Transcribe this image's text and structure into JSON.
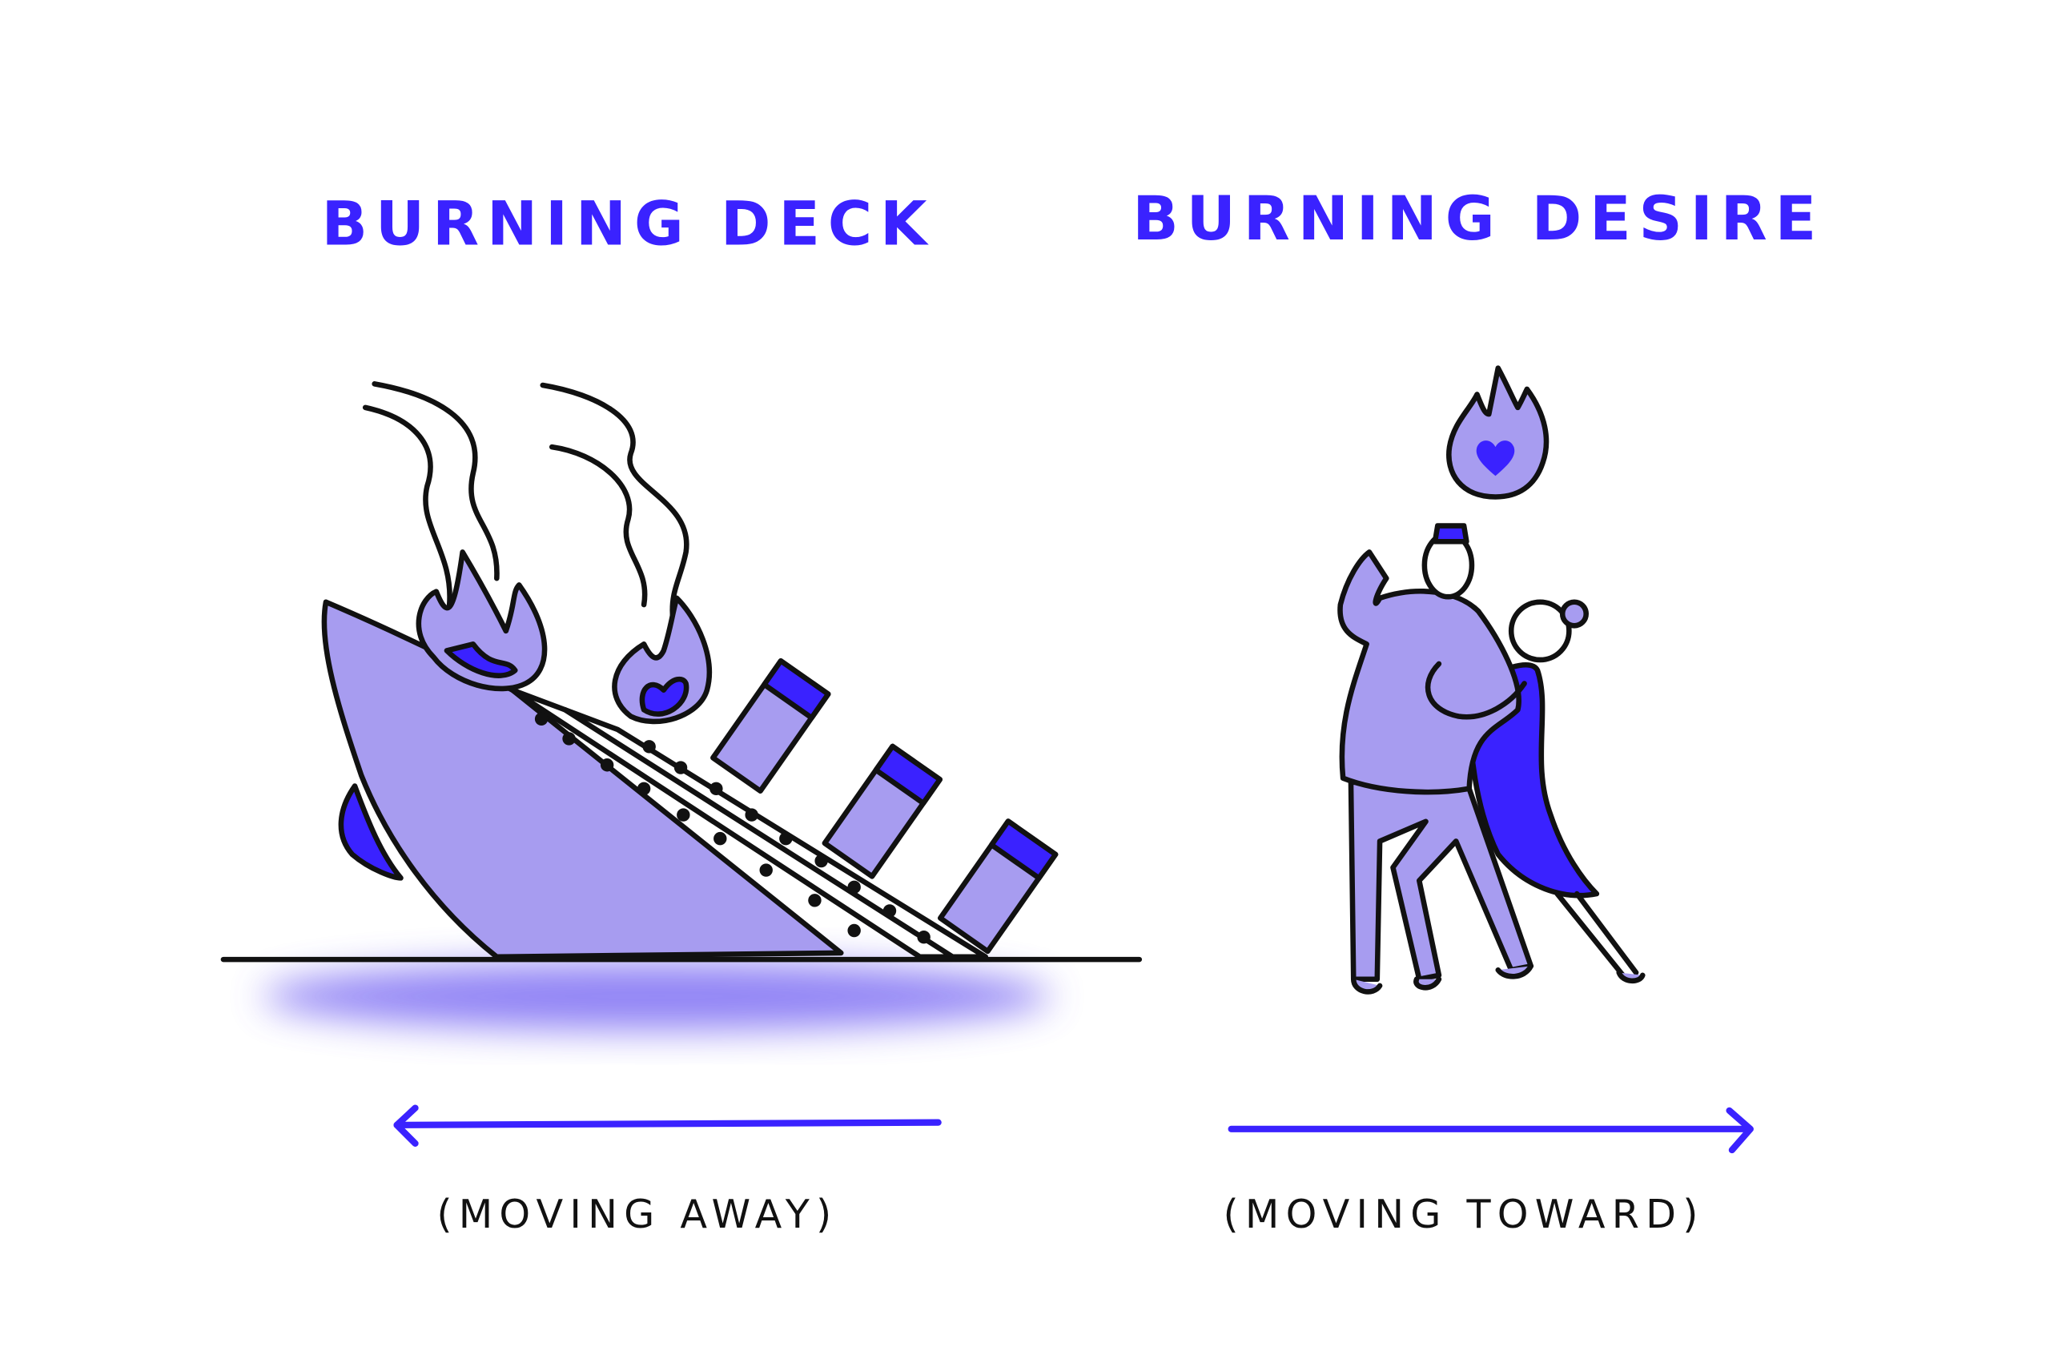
{
  "left_panel": {
    "title": "BURNING DECK",
    "caption": "(MOVING AWAY)",
    "arrow_direction": "left"
  },
  "right_panel": {
    "title": "BURNING DESIRE",
    "caption": "(MOVING TOWARD)",
    "arrow_direction": "right"
  },
  "colors": {
    "accent": "#3a22ff",
    "fill": "#a79cf0",
    "ink": "#111111"
  }
}
